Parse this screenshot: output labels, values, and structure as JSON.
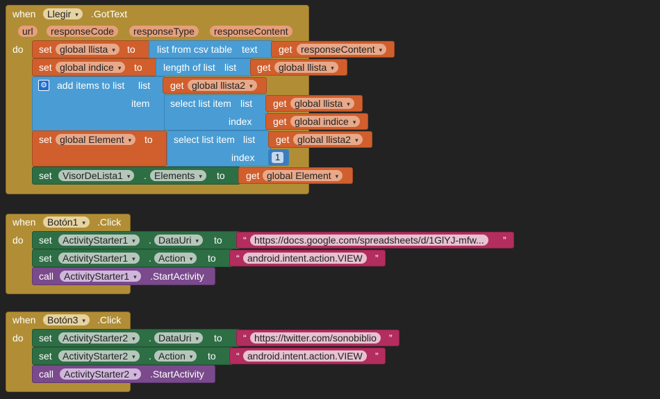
{
  "colors": {
    "background": "#222222",
    "event": "#b18e35",
    "variable_set": "#d05f2d",
    "list": "#4a9dd4",
    "component": "#2e6e45",
    "text": "#b32d5e",
    "call": "#7a4a8c"
  },
  "event1": {
    "when": "when",
    "component": "Llegir",
    "event": ".GotText",
    "params": [
      "url",
      "responseCode",
      "responseType",
      "responseContent"
    ],
    "do": "do",
    "stmt1": {
      "set": "set",
      "var": "global llista",
      "to": "to",
      "fn": "list from csv table",
      "arg": "text",
      "get": "get",
      "get_var": "responseContent"
    },
    "stmt2": {
      "set": "set",
      "var": "global indice",
      "to": "to",
      "fn": "length of list",
      "arg": "list",
      "get": "get",
      "get_var": "global llista"
    },
    "stmt3": {
      "fn": "add items to list",
      "arg_list": "list",
      "get1": "get",
      "get1_var": "global llista2",
      "arg_item": "item",
      "select": "select list item",
      "select_list": "list",
      "get2": "get",
      "get2_var": "global llista",
      "arg_index": "index",
      "get3": "get",
      "get3_var": "global indice"
    },
    "stmt4": {
      "set": "set",
      "var": "global Element",
      "to": "to",
      "fn": "select list item",
      "arg_list": "list",
      "get": "get",
      "get_var": "global llista2",
      "arg_index": "index",
      "index_value": "1"
    },
    "stmt5": {
      "set": "set",
      "component": "VisorDeLista1",
      "dot": ".",
      "property": "Elements",
      "to": "to",
      "get": "get",
      "get_var": "global Element"
    }
  },
  "event2": {
    "when": "when",
    "component": "Botón1",
    "event": ".Click",
    "do": "do",
    "stmt1": {
      "set": "set",
      "component": "ActivityStarter1",
      "dot": ".",
      "property": "DataUri",
      "to": "to",
      "value": "https://docs.google.com/spreadsheets/d/1GlYJ-mfw..."
    },
    "stmt2": {
      "set": "set",
      "component": "ActivityStarter1",
      "dot": ".",
      "property": "Action",
      "to": "to",
      "value": "android.intent.action.VIEW"
    },
    "stmt3": {
      "call": "call",
      "component": "ActivityStarter1",
      "method": ".StartActivity"
    }
  },
  "event3": {
    "when": "when",
    "component": "Botón3",
    "event": ".Click",
    "do": "do",
    "stmt1": {
      "set": "set",
      "component": "ActivityStarter2",
      "dot": ".",
      "property": "DataUri",
      "to": "to",
      "value": "https://twitter.com/sonobiblio"
    },
    "stmt2": {
      "set": "set",
      "component": "ActivityStarter2",
      "dot": ".",
      "property": "Action",
      "to": "to",
      "value": "android.intent.action.VIEW"
    },
    "stmt3": {
      "call": "call",
      "component": "ActivityStarter2",
      "method": ".StartActivity"
    }
  },
  "glyphs": {
    "dropdown": "▾",
    "open_quote": "“",
    "close_quote": "”",
    "gear": "⚙"
  }
}
